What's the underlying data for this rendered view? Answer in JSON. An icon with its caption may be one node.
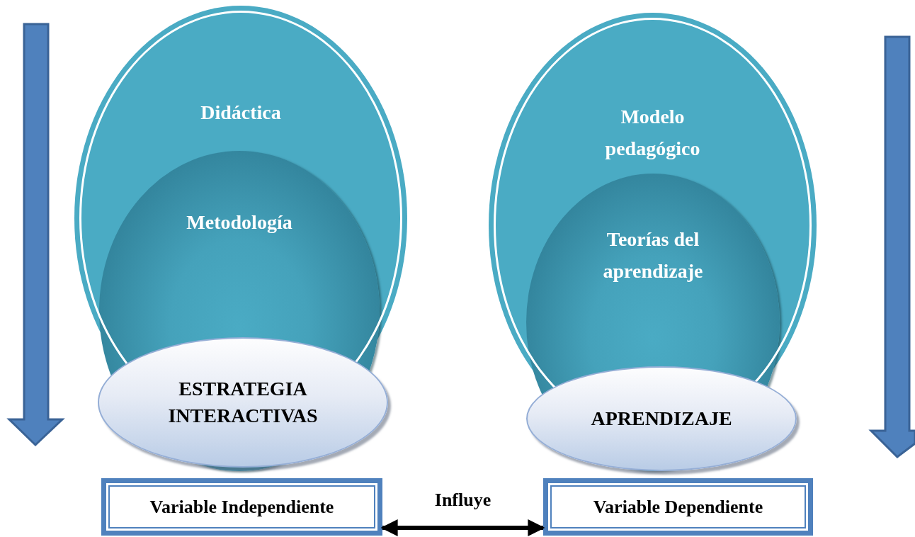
{
  "diagram": {
    "nodes": [
      {
        "text": [
          "Didáctica"
        ]
      },
      {
        "text": [
          "Metodología"
        ],
        "in": 0
      },
      {
        "text": [
          "ESTRATEGIA INTERACTIVAS"
        ],
        "in": 1
      },
      {
        "text": [
          "Variable Independiente"
        ]
      },
      {
        "text": [
          "Modelo pedagógico"
        ]
      },
      {
        "text": [
          "Teorías del aprendizaje"
        ],
        "in": 4
      },
      {
        "text": [
          "APRENDIZAJE"
        ],
        "in": 5
      },
      {
        "text": [
          "Variable Dependiente"
        ]
      }
    ],
    "edges": [
      {
        "from": 3,
        "to": 7,
        "arrow": "both",
        "label": "Influye"
      }
    ]
  }
}
